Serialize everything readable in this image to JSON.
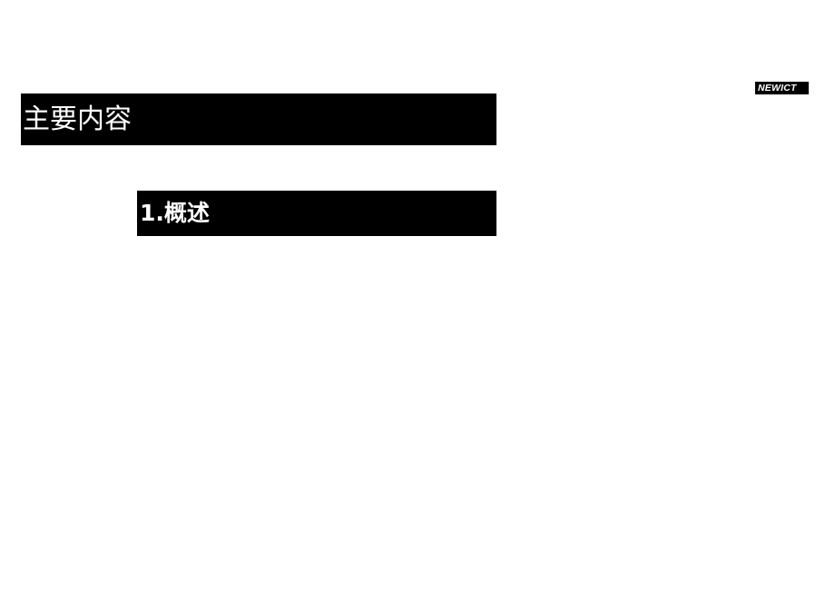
{
  "header": {
    "logo_text": "NEWICT"
  },
  "slide": {
    "title": "主要内容",
    "section_heading": "1.概述"
  }
}
